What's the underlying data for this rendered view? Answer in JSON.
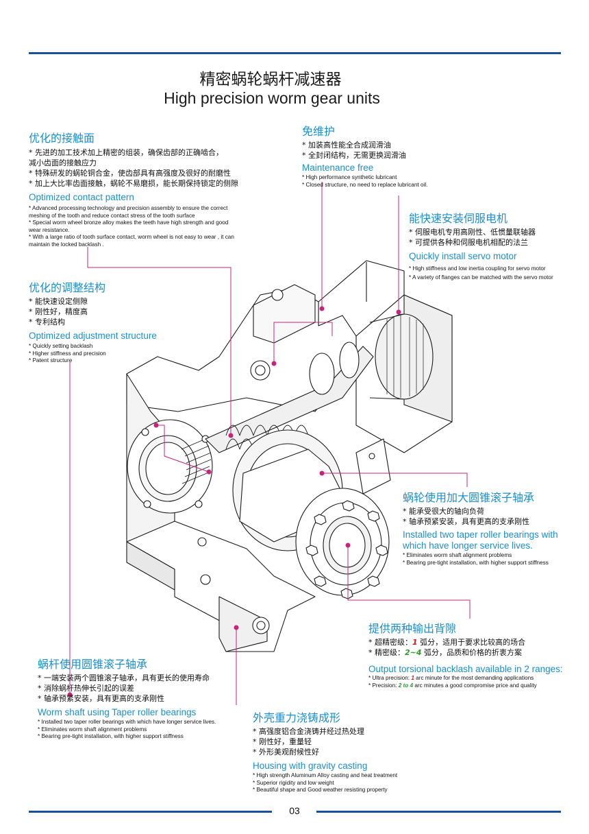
{
  "page": {
    "title_cn": "精密蜗轮蜗杆减速器",
    "title_en": "High precision worm gear units",
    "page_number": "03"
  },
  "colors": {
    "rule": "#1a4f9c",
    "heading": "#1a8fd0",
    "leader": "#c8237a",
    "red_value": "#d4161d",
    "green_value": "#2a9a2a"
  },
  "sections": {
    "contact": {
      "heading_cn": "优化的接触面",
      "items_cn": [
        "*  先进的加工技术加上精密的组装，确保齿部的正确啮合，",
        "    减小齿面的接触应力",
        "*  特殊研发的蜗轮铜合金，使齿部具有高强度及很好的耐磨性",
        "*  加上大比率齿面接触，蜗轮不易磨损，能长期保持锁定的侧隙"
      ],
      "heading_en": "Optimized contact pattern",
      "items_en": [
        "* Advanced processing technology and precision assembly to ensure the correct",
        "meshing of the tooth and reduce   contact stress of the tooth surface",
        "* Special worm wheel bronze alloy makes the teeth have high strength and good",
        "wear resistance.",
        "* With a large ratio of tooth surface contact, worm wheel is not easy to wear , it can",
        "maintain the locked backlash ."
      ]
    },
    "maintenance": {
      "heading_cn": "免维护",
      "items_cn": [
        "*  加装高性能全合成润滑油",
        "*  全封闭结构，无需更换润滑油"
      ],
      "heading_en": "Maintenance free",
      "items_en": [
        "* High performance synthetic lubricant",
        "* Closed structure, no need to replace lubricant oil."
      ]
    },
    "servo": {
      "heading_cn": "能快速安装伺服电机",
      "items_cn": [
        "*  伺服电机专用高刚性、低惯量联轴器",
        "*  可提供各种和伺服电机相配的法兰"
      ],
      "heading_en": "Quickly install servo motor",
      "items_en": [
        "* High stiffness and low inertia coupling for servo motor",
        "* A variety of flanges can be matched with the servo motor"
      ]
    },
    "adjustment": {
      "heading_cn": "优化的调整结构",
      "items_cn": [
        "*  能快速设定侧隙",
        "*  刚性好，精度高",
        "*  专利结构"
      ],
      "heading_en": "Optimized adjustment structure",
      "items_en": [
        "* Quickly setting backlash",
        "* Higher stiffness and precision",
        "* Patent structure"
      ]
    },
    "wheel_bearings": {
      "heading_cn": "蜗轮使用加大圆锥滚子轴承",
      "items_cn": [
        "*  能承受很大的轴向负荷",
        "*  轴承预紧安装，具有更高的支承刚性"
      ],
      "heading_en_1": "Installed two taper roller bearings with",
      "heading_en_2": "which have longer service lives.",
      "items_en": [
        "* Eliminates worm shaft alignment problems",
        "* Bearing pre-tight installation, with higher support stiffness"
      ]
    },
    "backlash": {
      "heading_cn": "提供两种输出背隙",
      "cn_1_pre": "*  超精密级：",
      "cn_1_val": "1",
      "cn_1_post": " 弧分，适用于要求比较高的场合",
      "cn_2_pre": "*  精密级：",
      "cn_2_val": "2~4",
      "cn_2_post": " 弧分，品质和价格的折衷方案",
      "heading_en": "Output torsional backlash available in 2 ranges:",
      "en_1_pre": "* Ultra precision: ",
      "en_1_val": "1",
      "en_1_post": " arc minute for the most demanding applications",
      "en_2_pre": "* Precision: ",
      "en_2_val": "2 to 4",
      "en_2_post": " arc minutes a good compromise price and quality"
    },
    "worm_shaft": {
      "heading_cn": "蜗杆使用圆锥滚子轴承",
      "items_cn": [
        "*  一端安装两个圆锥滚子轴承，具有更长的使用寿命",
        "*  消除蜗杆热伸长引起的误差",
        "*  轴承预紧安装，具有更高的支承刚性"
      ],
      "heading_en": "Worm shaft using Taper roller bearings",
      "items_en": [
        "* Installed two taper roller bearings with which have longer service lives.",
        "* Eliminates worm shaft alignment problems",
        "* Bearing pre-tight installation, with higher support stiffness"
      ]
    },
    "housing": {
      "heading_cn": "外壳重力浇铸成形",
      "items_cn": [
        "*  高强度铝合金浇铸并经过热处理",
        "*  刚性好，重量轻",
        "*  外形美观耐候性好"
      ],
      "heading_en": "Housing with gravity casting",
      "items_en": [
        "* High strength Aluminum Alloy casting and heat treatment",
        "* Superior rigidity and low weight",
        "* Beautiful shape and Good weather resisting property"
      ]
    }
  }
}
